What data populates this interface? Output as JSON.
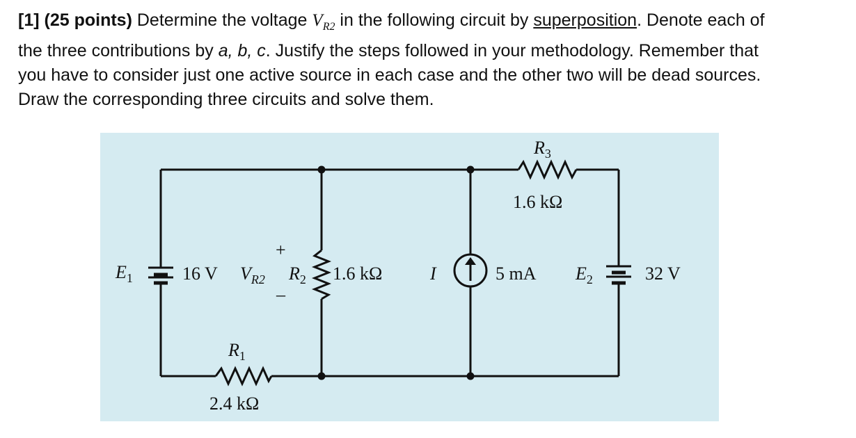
{
  "problem": {
    "line1": {
      "label": "[1] (25 points)",
      "text_a": "Determine the voltage",
      "var_main": "V",
      "var_sub": "R2",
      "text_b": "in the following circuit by",
      "method": "superposition",
      "text_c": ". Denote each of"
    },
    "line2": {
      "text_a": "the three contributions by",
      "letters": "a, b, c",
      "text_b": ". Justify the steps followed in your methodology. Remember that"
    },
    "line3": "you have to consider just one active source in each case and the other two will be dead sources.",
    "line4": "Draw the corresponding three circuits and solve them."
  },
  "circuit": {
    "background_color": "#d5ebf1",
    "R3": {
      "name": "R",
      "sub": "3",
      "value": "1.6 kΩ"
    },
    "R1": {
      "name": "R",
      "sub": "1",
      "value": "2.4 kΩ"
    },
    "R2": {
      "name": "R",
      "sub": "2",
      "value": "1.6 kΩ"
    },
    "E1": {
      "name": "E",
      "sub": "1",
      "value": "16 V"
    },
    "E2": {
      "name": "E",
      "sub": "2",
      "value": "32 V"
    },
    "I": {
      "name": "I",
      "value": "5 mA"
    },
    "VR2": {
      "name": "V",
      "sub": "R2",
      "plus": "+",
      "minus": "–"
    }
  }
}
